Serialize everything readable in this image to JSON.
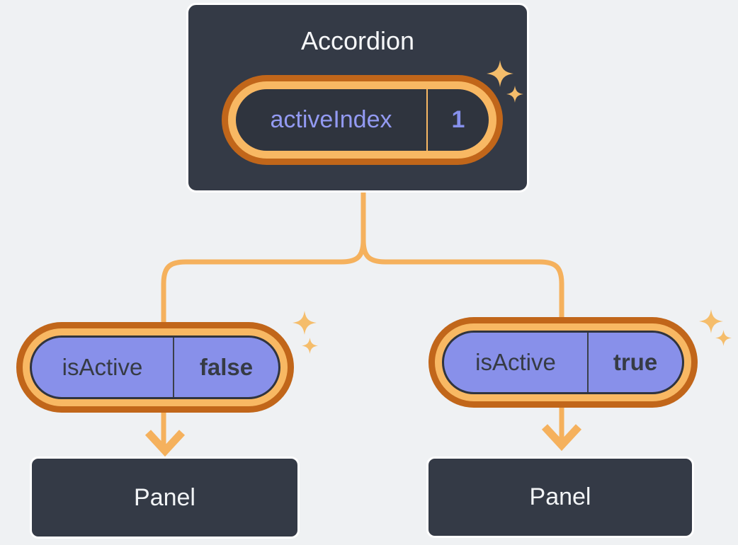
{
  "theme": {
    "bg": "#EFF1F3",
    "node-fill": "#343A46",
    "node-border": "#FFFFFF",
    "node-title": "#F6F7F9",
    "ring-dark": "#C1661A",
    "ring-light": "#F8B863",
    "pill-interior": "#2F343E",
    "line": "#F5B15D",
    "sparkle": "#F5BD6B",
    "pill-purple": "#8890EA",
    "pill-outline": "#30343E",
    "pill-divider": "#3A3F4A",
    "pill-text": "#363B44",
    "state-name": "#939AF2",
    "state-value": "#8690EC"
  },
  "diagram": {
    "accordion": {
      "title": "Accordion",
      "state_name": "activeIndex",
      "state_value": "1"
    },
    "left": {
      "prop_name": "isActive",
      "prop_value": "false",
      "panel_title": "Panel"
    },
    "right": {
      "prop_name": "isActive",
      "prop_value": "true",
      "panel_title": "Panel"
    },
    "icons": {
      "sparkle": "✦"
    }
  }
}
